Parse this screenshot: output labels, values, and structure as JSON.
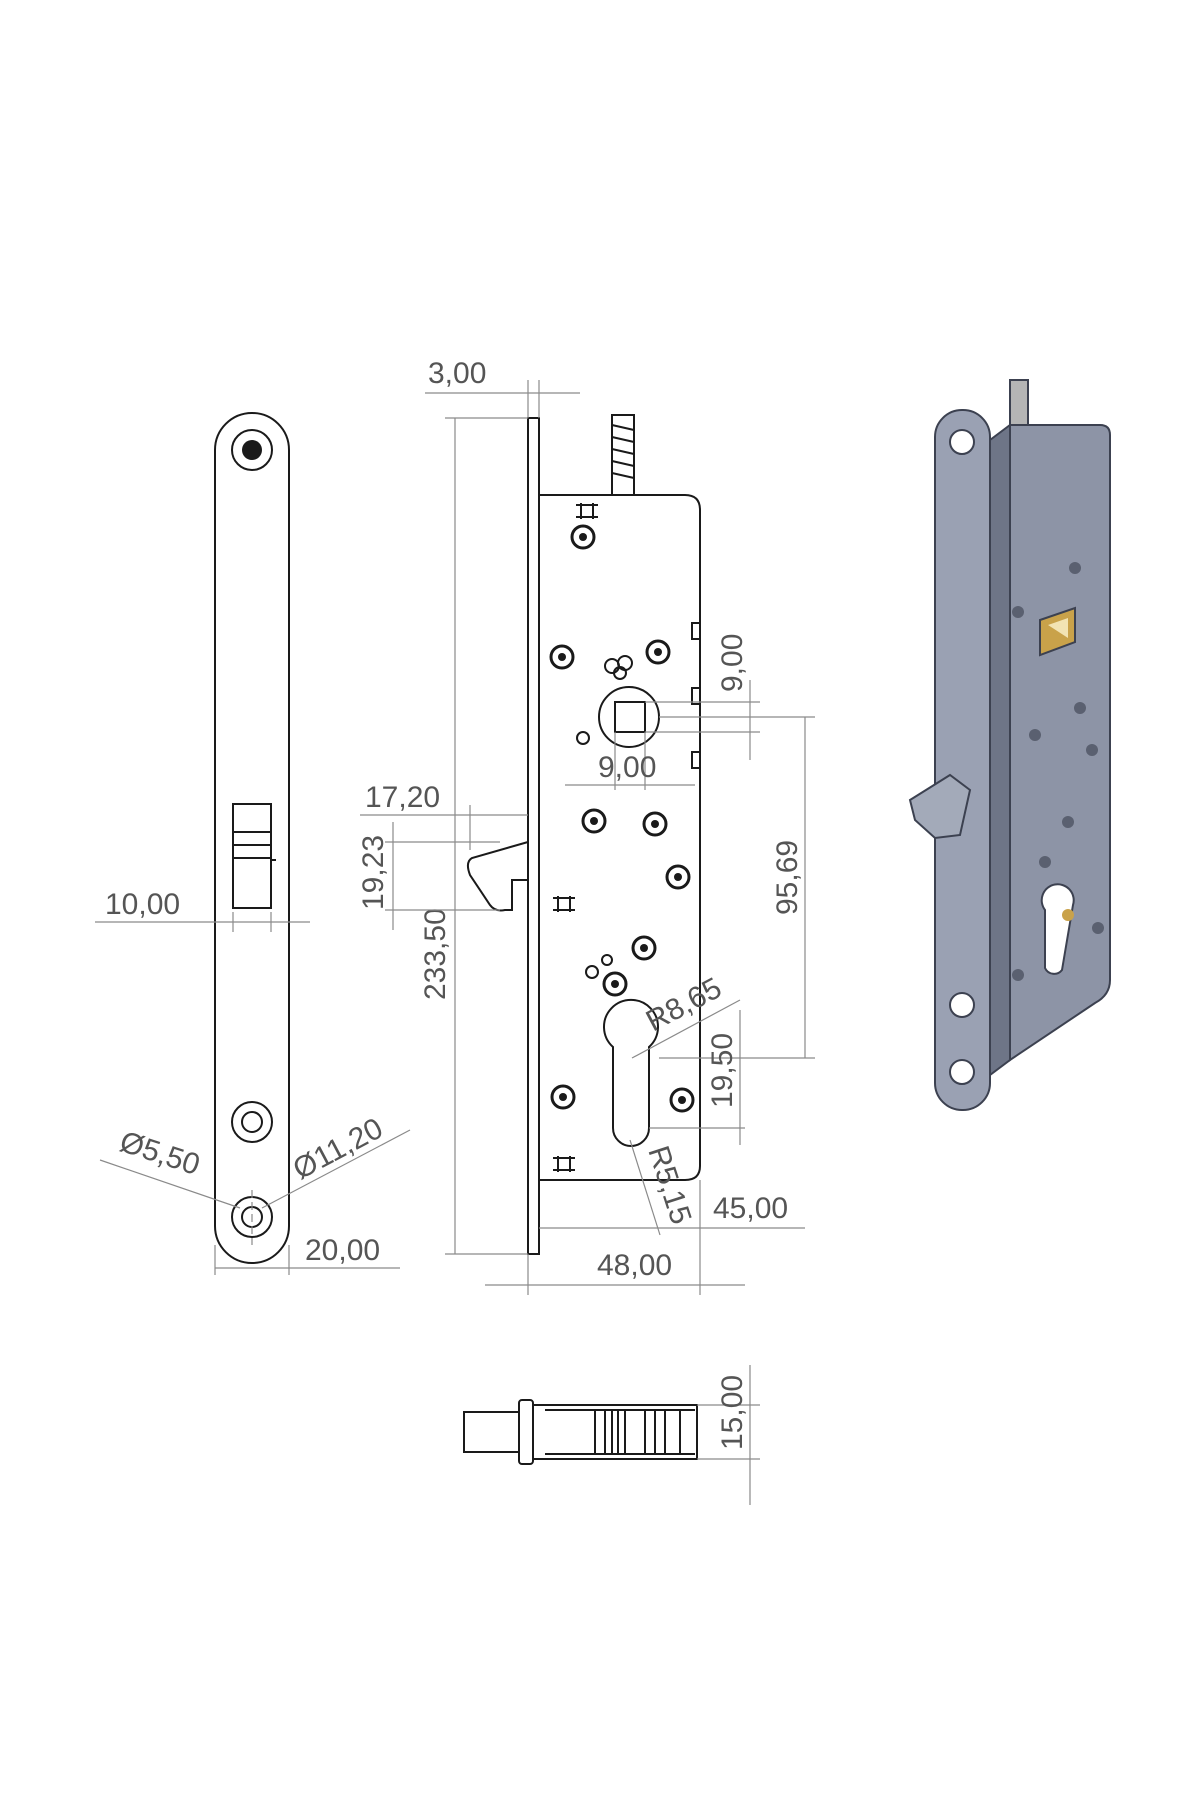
{
  "dimensions": {
    "faceplate_thickness": "3,00",
    "overall_length": "233,50",
    "latch_offset": "17,20",
    "latch_height": "19,23",
    "spindle_square_h": "9,00",
    "spindle_square_w": "9,00",
    "spindle_to_cylinder": "95,69",
    "cylinder_radius_top": "R8,65",
    "cylinder_radius_bottom": "R5,15",
    "cylinder_height": "19,50",
    "backset": "45,00",
    "case_depth": "48,00",
    "faceplate_latch_width": "10,00",
    "hole_diameter_small": "Ø5,50",
    "hole_diameter_large": "Ø11,20",
    "faceplate_width": "20,00",
    "case_thickness": "15,00"
  },
  "colors": {
    "line": "#1a1a1a",
    "dimension": "#8a8a8a",
    "iso_body": "#8d94a6",
    "iso_brass": "#c9a24a"
  }
}
